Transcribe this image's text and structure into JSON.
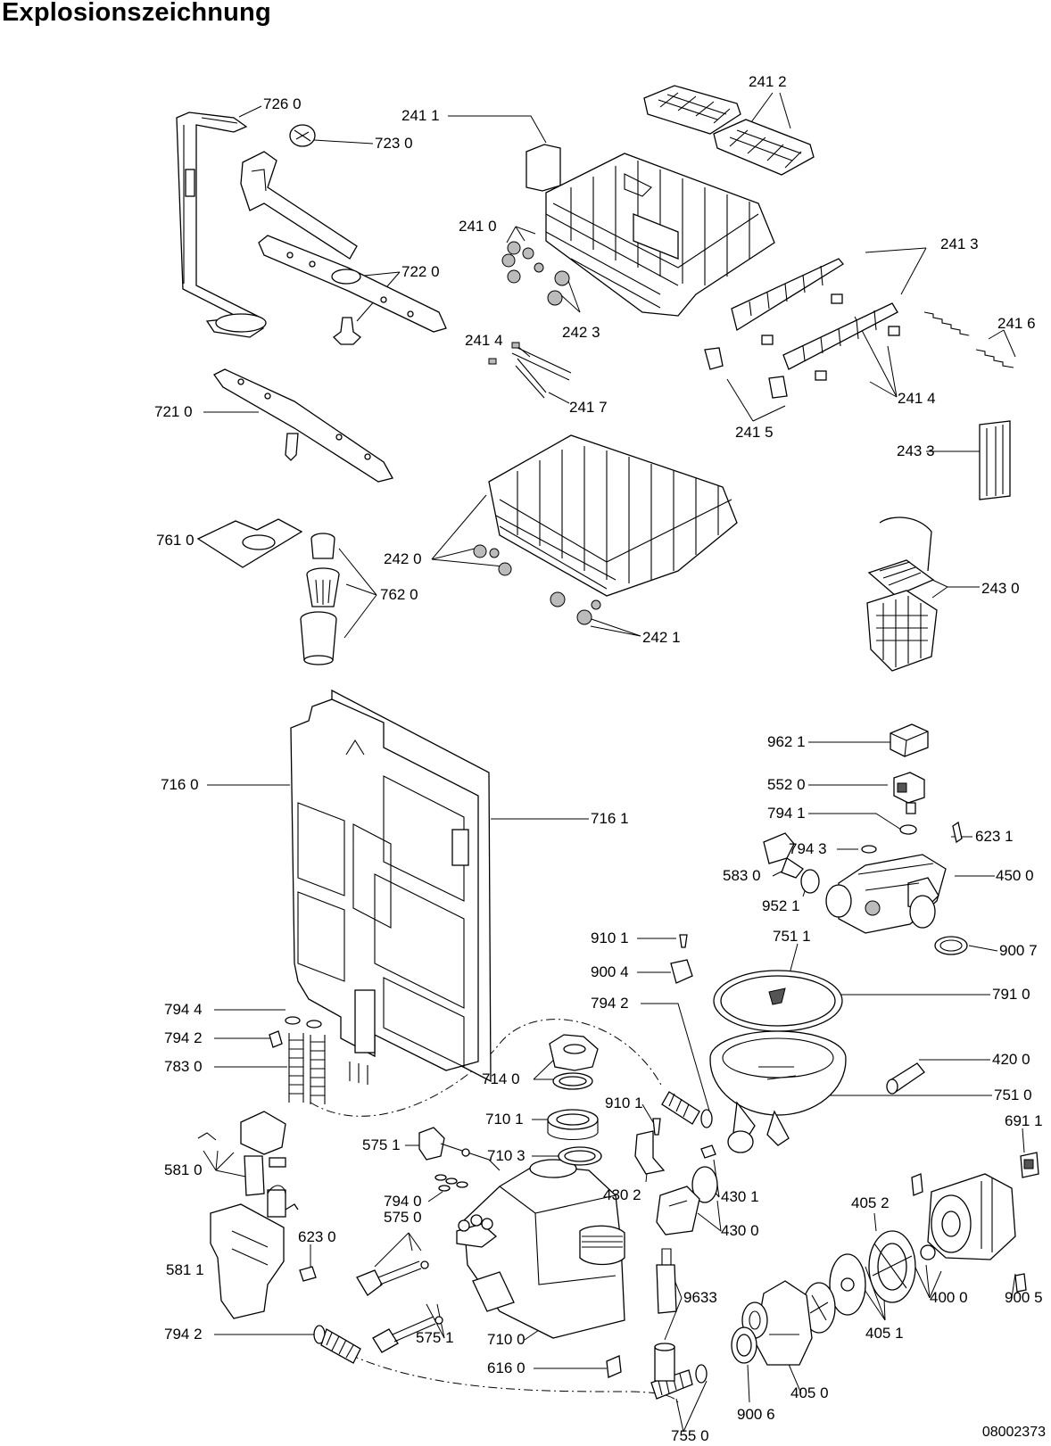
{
  "header": {
    "title": "Explosionszeichnung"
  },
  "document_number": "08002373",
  "parts": [
    {
      "id": "p7260",
      "label": "726 0"
    },
    {
      "id": "p7230",
      "label": "723 0"
    },
    {
      "id": "p2411",
      "label": "241 1"
    },
    {
      "id": "p2412",
      "label": "241 2"
    },
    {
      "id": "p2410",
      "label": "241 0"
    },
    {
      "id": "p7220",
      "label": "722 0"
    },
    {
      "id": "p2413",
      "label": "241 3"
    },
    {
      "id": "p2423",
      "label": "242 3"
    },
    {
      "id": "p2416",
      "label": "241 6"
    },
    {
      "id": "p2414a",
      "label": "241 4"
    },
    {
      "id": "p2417",
      "label": "241 7"
    },
    {
      "id": "p2414b",
      "label": "241 4"
    },
    {
      "id": "p7210",
      "label": "721 0"
    },
    {
      "id": "p2415",
      "label": "241 5"
    },
    {
      "id": "p2433",
      "label": "243 3"
    },
    {
      "id": "p7610",
      "label": "761 0"
    },
    {
      "id": "p2420",
      "label": "242 0"
    },
    {
      "id": "p7620",
      "label": "762 0"
    },
    {
      "id": "p2430",
      "label": "243 0"
    },
    {
      "id": "p2421",
      "label": "242 1"
    },
    {
      "id": "p9621",
      "label": "962 1"
    },
    {
      "id": "p5520",
      "label": "552 0"
    },
    {
      "id": "p7160",
      "label": "716 0"
    },
    {
      "id": "p7161",
      "label": "716 1"
    },
    {
      "id": "p7941",
      "label": "794 1"
    },
    {
      "id": "p6231",
      "label": "623 1"
    },
    {
      "id": "p7943",
      "label": "794 3"
    },
    {
      "id": "p5830",
      "label": "583 0"
    },
    {
      "id": "p4500",
      "label": "450 0"
    },
    {
      "id": "p9521",
      "label": "952 1"
    },
    {
      "id": "p7511",
      "label": "751 1"
    },
    {
      "id": "p9101a",
      "label": "910 1"
    },
    {
      "id": "p9007",
      "label": "900 7"
    },
    {
      "id": "p9004",
      "label": "900 4"
    },
    {
      "id": "p7942a",
      "label": "794 2"
    },
    {
      "id": "p7910",
      "label": "791 0"
    },
    {
      "id": "p7944",
      "label": "794 4"
    },
    {
      "id": "p7942b",
      "label": "794 2"
    },
    {
      "id": "p7830",
      "label": "783 0"
    },
    {
      "id": "p4200",
      "label": "420 0"
    },
    {
      "id": "p7140",
      "label": "714 0"
    },
    {
      "id": "p9101b",
      "label": "910 1"
    },
    {
      "id": "p7510",
      "label": "751 0"
    },
    {
      "id": "p7101",
      "label": "710 1"
    },
    {
      "id": "p6911",
      "label": "691 1"
    },
    {
      "id": "p5751a",
      "label": "575 1"
    },
    {
      "id": "p7103",
      "label": "710 3"
    },
    {
      "id": "p5810",
      "label": "581 0"
    },
    {
      "id": "p4302",
      "label": "430 2"
    },
    {
      "id": "p4301",
      "label": "430 1"
    },
    {
      "id": "p4052",
      "label": "405 2"
    },
    {
      "id": "p7940",
      "label": "794 0"
    },
    {
      "id": "p5750",
      "label": "575 0"
    },
    {
      "id": "p4300",
      "label": "430 0"
    },
    {
      "id": "p6230",
      "label": "623 0"
    },
    {
      "id": "p5811",
      "label": "581 1"
    },
    {
      "id": "p9633",
      "label": "9633"
    },
    {
      "id": "p4000",
      "label": "400 0"
    },
    {
      "id": "p9005",
      "label": "900 5"
    },
    {
      "id": "p4051",
      "label": "405 1"
    },
    {
      "id": "p7942c",
      "label": "794 2"
    },
    {
      "id": "p5751b",
      "label": "575 1"
    },
    {
      "id": "p7100",
      "label": "710 0"
    },
    {
      "id": "p6160",
      "label": "616 0"
    },
    {
      "id": "p4050",
      "label": "405 0"
    },
    {
      "id": "p9006",
      "label": "900 6"
    },
    {
      "id": "p7550",
      "label": "755 0"
    }
  ]
}
